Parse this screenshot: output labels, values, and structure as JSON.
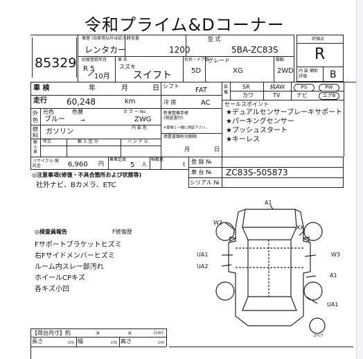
{
  "title": "令和プライム&Dコーナー",
  "lot_number": "85329",
  "header": {
    "history_label": "車歴 (自家用以外は記入)",
    "history_value": "レンタカー",
    "displacement_label": "排気量",
    "displacement_value": "1200",
    "model_label": "型 式",
    "model_value": "5BA-ZC83S",
    "first_reg_label": "初度登録年月",
    "first_reg_era": "R 5",
    "first_reg_month": "10月",
    "car_name_label": "車 名",
    "maker": "スズキ",
    "car_name": "スイフト",
    "door_label": "形状・ドア数",
    "door_value": "5D",
    "grade_label": "グレード",
    "grade_value": "XG",
    "drive_label": "駆動",
    "drive_value": "2WD",
    "score_label": "評価点",
    "score_value": "R",
    "interior_label": "内 装 補助評価",
    "interior_value": "B"
  },
  "left_col": {
    "inspection_label": "車 検",
    "year_label": "年",
    "month_label": "月",
    "day_label": "日",
    "mileage_label": "走行",
    "mileage_value": "60,248",
    "mileage_unit": "km",
    "color_label": "外 色",
    "color_orig_label": "元色",
    "color_label2": "色替",
    "color_no_label": "カ ラ ー No.",
    "color_value": "ブルー",
    "color_arrow": "→",
    "color_code": "ZWG",
    "fuel_label": "燃 料",
    "interior_color_label": "内 装 色",
    "fuel_value": "ガソリン",
    "import_label": "輸 入 車",
    "import_year_label": "年式",
    "import_type_label": "輸 入 区 分",
    "handle_label": "ハ ン ド ル"
  },
  "mid_col": {
    "shift_label": "シフト",
    "shift_value": "FAT",
    "ac_label": "冷 房",
    "ac_value": "AC",
    "manual_label": "新車整備手帳 (保証書付)",
    "manual_note": "※車検と一緒に保証下さい。",
    "deadline_label": "措置書類有効期限",
    "month_label": "月",
    "day_label": "日"
  },
  "equipment": {
    "label": "装備",
    "items": [
      "SR",
      "純AW",
      "PS",
      "PW",
      "カワ",
      "TV",
      "ナビ",
      "エアB"
    ]
  },
  "sales_points": {
    "label": "セールスポイント",
    "items": [
      "★デュアルセンサーブレーキサポート",
      "★パーキングセンサー",
      "★プッシュスタート",
      "★キーレス"
    ]
  },
  "recycle": {
    "label": "リサイクル 預託金",
    "value": "6,960",
    "unit": "円",
    "capacity_label": "乗車定員",
    "capacity_value": "5",
    "capacity_unit": "人",
    "load_label": "積載量",
    "load_unit": "t"
  },
  "registration": {
    "reg_label": "登 録 №",
    "chassis_label": "車 台 №",
    "chassis_value": "ZC83S-505873",
    "serial_label": "シリアル №"
  },
  "notes": {
    "label": "◎注意事項(修復・不具合箇所および状態等)",
    "value": "社外ナビ、Bカメラ、ETC"
  },
  "inspector": {
    "label": "◎検査員報告",
    "repair_label": "F修復歴",
    "items": [
      "Fサポートブラケットヒズミ",
      "右Fサイドメンバーヒズミ",
      "ルーム内スレ一部汚れ",
      "ホイールCPキズ",
      "各キズ小凹"
    ]
  },
  "diagram_labels": {
    "a1_top": "A1",
    "w2": "W2",
    "xx": "XX",
    "ua1_left": "UA1",
    "ua2": "UA2",
    "w3": "W3",
    "a1_right": "A1",
    "ua1_right": "UA1",
    "spare": "スペア"
  },
  "cargo": {
    "label": "【荷台内寸】約",
    "x1": "×",
    "x2": "×",
    "unit_cm": "(cm)",
    "length_label": "長さ",
    "width_label": "幅",
    "height_label": "高さ",
    "cm": "cm"
  }
}
